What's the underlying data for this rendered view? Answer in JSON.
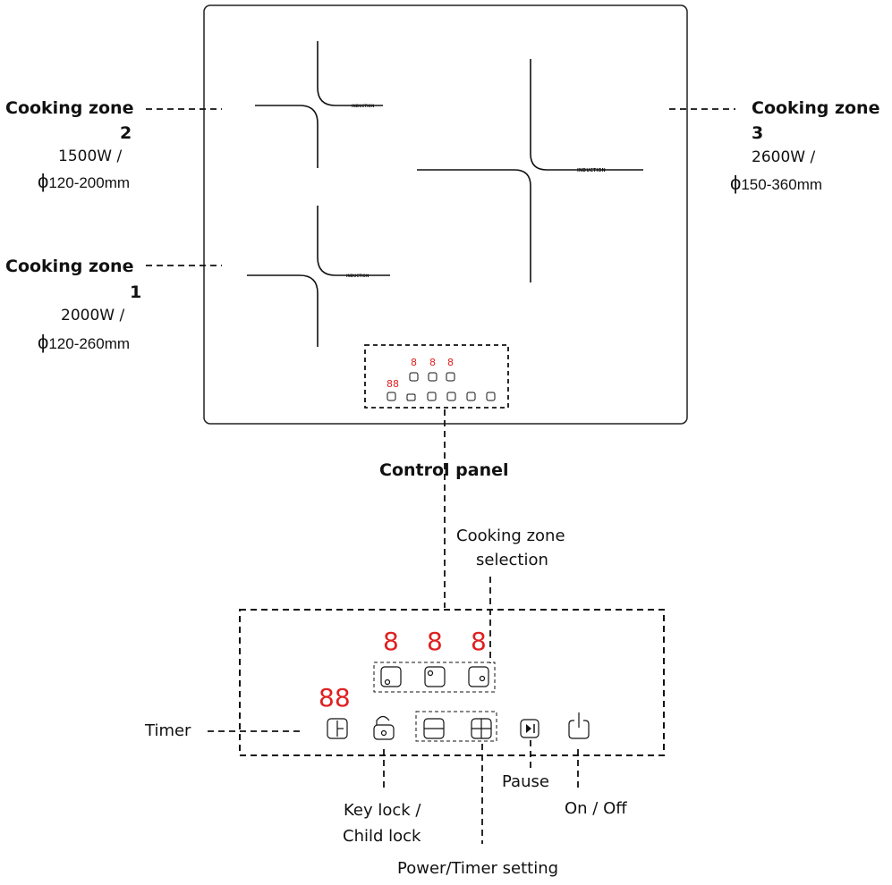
{
  "zones": {
    "zone2": {
      "title": "Cooking zone",
      "number": "2",
      "power": "1500W /",
      "diameter": "120-200mm"
    },
    "zone1": {
      "title": "Cooking zone",
      "number": "1",
      "power": "2000W /",
      "diameter": "120-260mm"
    },
    "zone3": {
      "title": "Cooking zone",
      "number": "3",
      "power": "2600W /",
      "diameter": "150-360mm"
    }
  },
  "diameter_symbol": "ϕ",
  "induction_mark": "INDUCTION",
  "control_panel_label": "Control panel",
  "display": {
    "zone_digit": "8",
    "timer_digits": "88",
    "digit_color": "#e02020"
  },
  "callouts": {
    "zone_selection_line1": "Cooking zone",
    "zone_selection_line2": "selection",
    "timer": "Timer",
    "key_lock_line1": "Key lock /",
    "key_lock_line2": "Child lock",
    "power_timer_setting": "Power/Timer setting",
    "pause": "Pause",
    "on_off": "On / Off"
  }
}
